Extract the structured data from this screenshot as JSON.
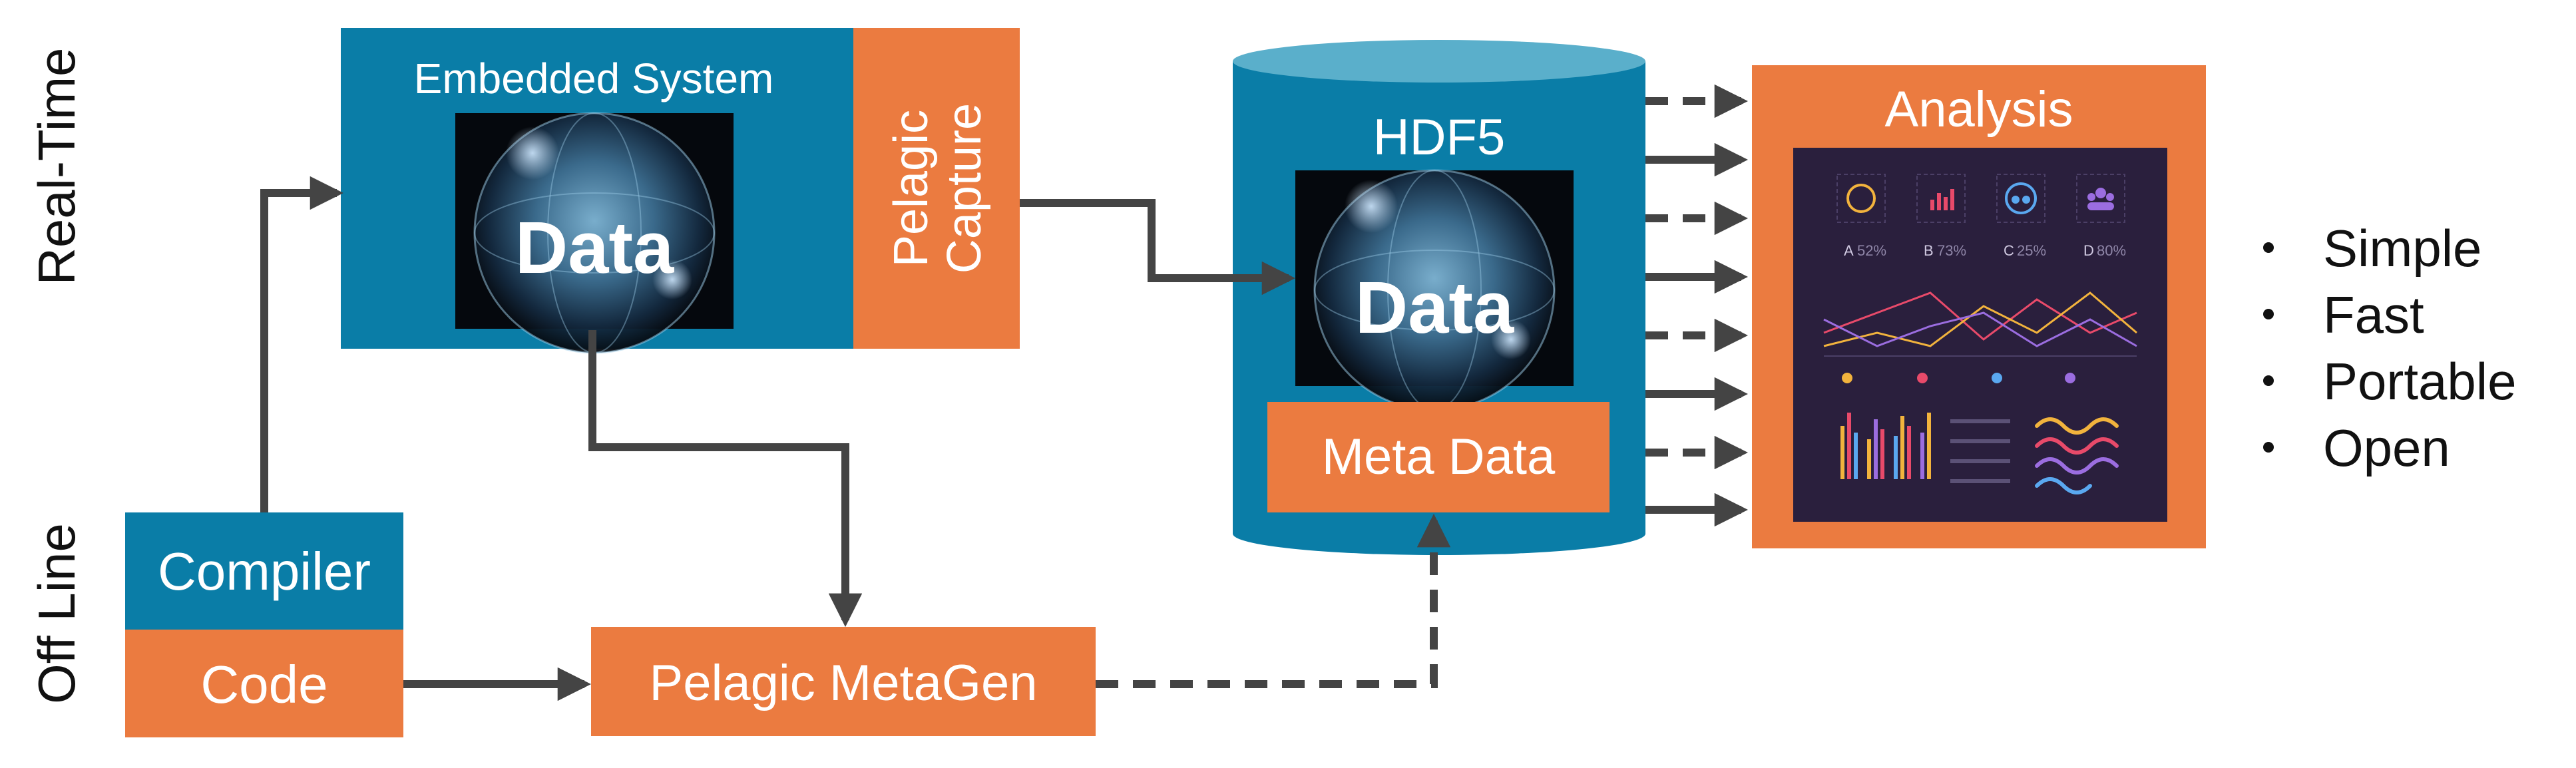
{
  "side_labels": {
    "top": "Real-Time",
    "bottom": "Off Line"
  },
  "embedded_system": {
    "title": "Embedded System",
    "data_label": "Data",
    "capture_label_line1": "Pelagic",
    "capture_label_line2": "Capture"
  },
  "hdf5": {
    "title": "HDF5",
    "data_label": "Data",
    "meta_label": "Meta Data"
  },
  "analysis": {
    "title": "Analysis",
    "dashboard": {
      "kpis": [
        {
          "letter": "A",
          "value": "52%"
        },
        {
          "letter": "B",
          "value": "73%"
        },
        {
          "letter": "C",
          "value": "25%"
        },
        {
          "letter": "D",
          "value": "80%"
        }
      ],
      "kpi_icons": [
        "magnifier-icon",
        "bar-chart-icon",
        "people-circle-icon",
        "group-icon"
      ]
    }
  },
  "compiler": {
    "label": "Compiler"
  },
  "code": {
    "label": "Code"
  },
  "metagen": {
    "label": "Pelagic MetaGen"
  },
  "features": [
    "Simple",
    "Fast",
    "Portable",
    "Open"
  ],
  "colors": {
    "blue": "#0A7DA7",
    "orange": "#EB7B40",
    "cylinder_top": "#5AAFCB",
    "arrow": "#444444",
    "dashboard_bg": "#2A1F3D"
  }
}
